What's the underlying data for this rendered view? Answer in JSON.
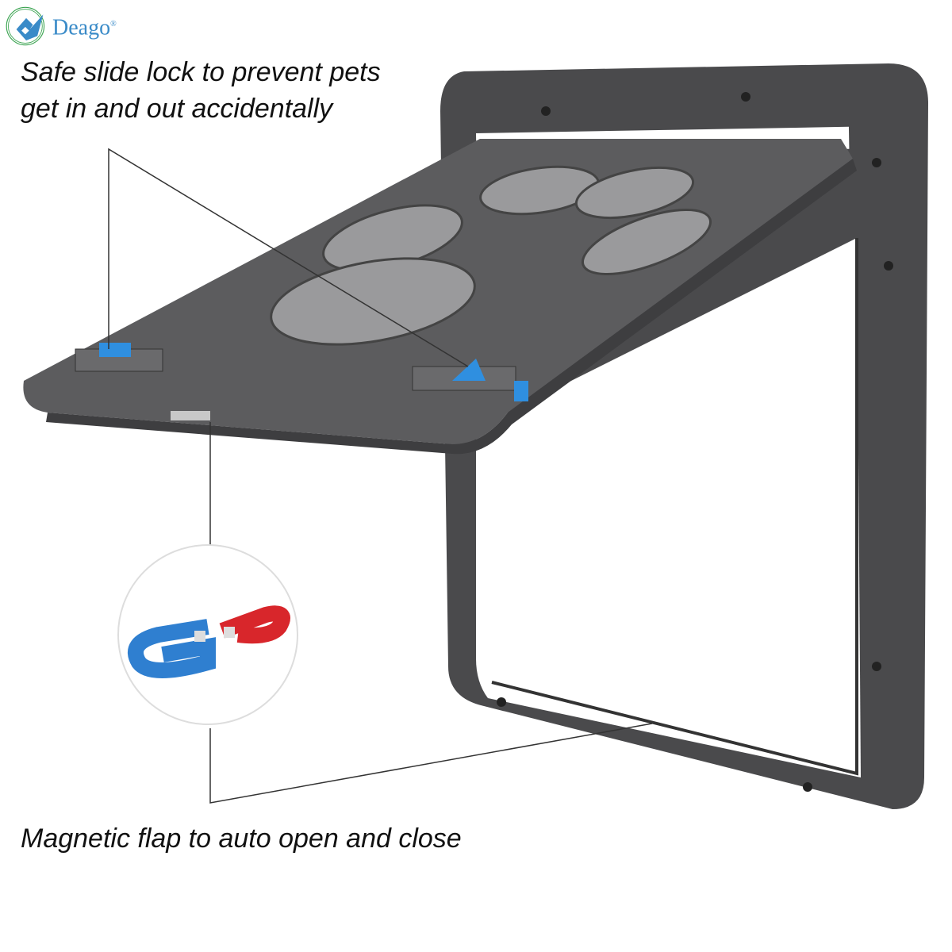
{
  "brand": {
    "name": "Deago",
    "mark": "®",
    "color": "#3a8bc8"
  },
  "captions": {
    "top_line1": "Safe slide lock to prevent pets",
    "top_line2": "get in and out accidentally",
    "bottom": "Magnetic flap to auto open and close"
  },
  "colors": {
    "frame": "#4a4a4c",
    "flap": "#5c5c5e",
    "lock": "#2f8fe0",
    "magnet_red": "#d8262b",
    "magnet_blue": "#2f7fd0"
  }
}
